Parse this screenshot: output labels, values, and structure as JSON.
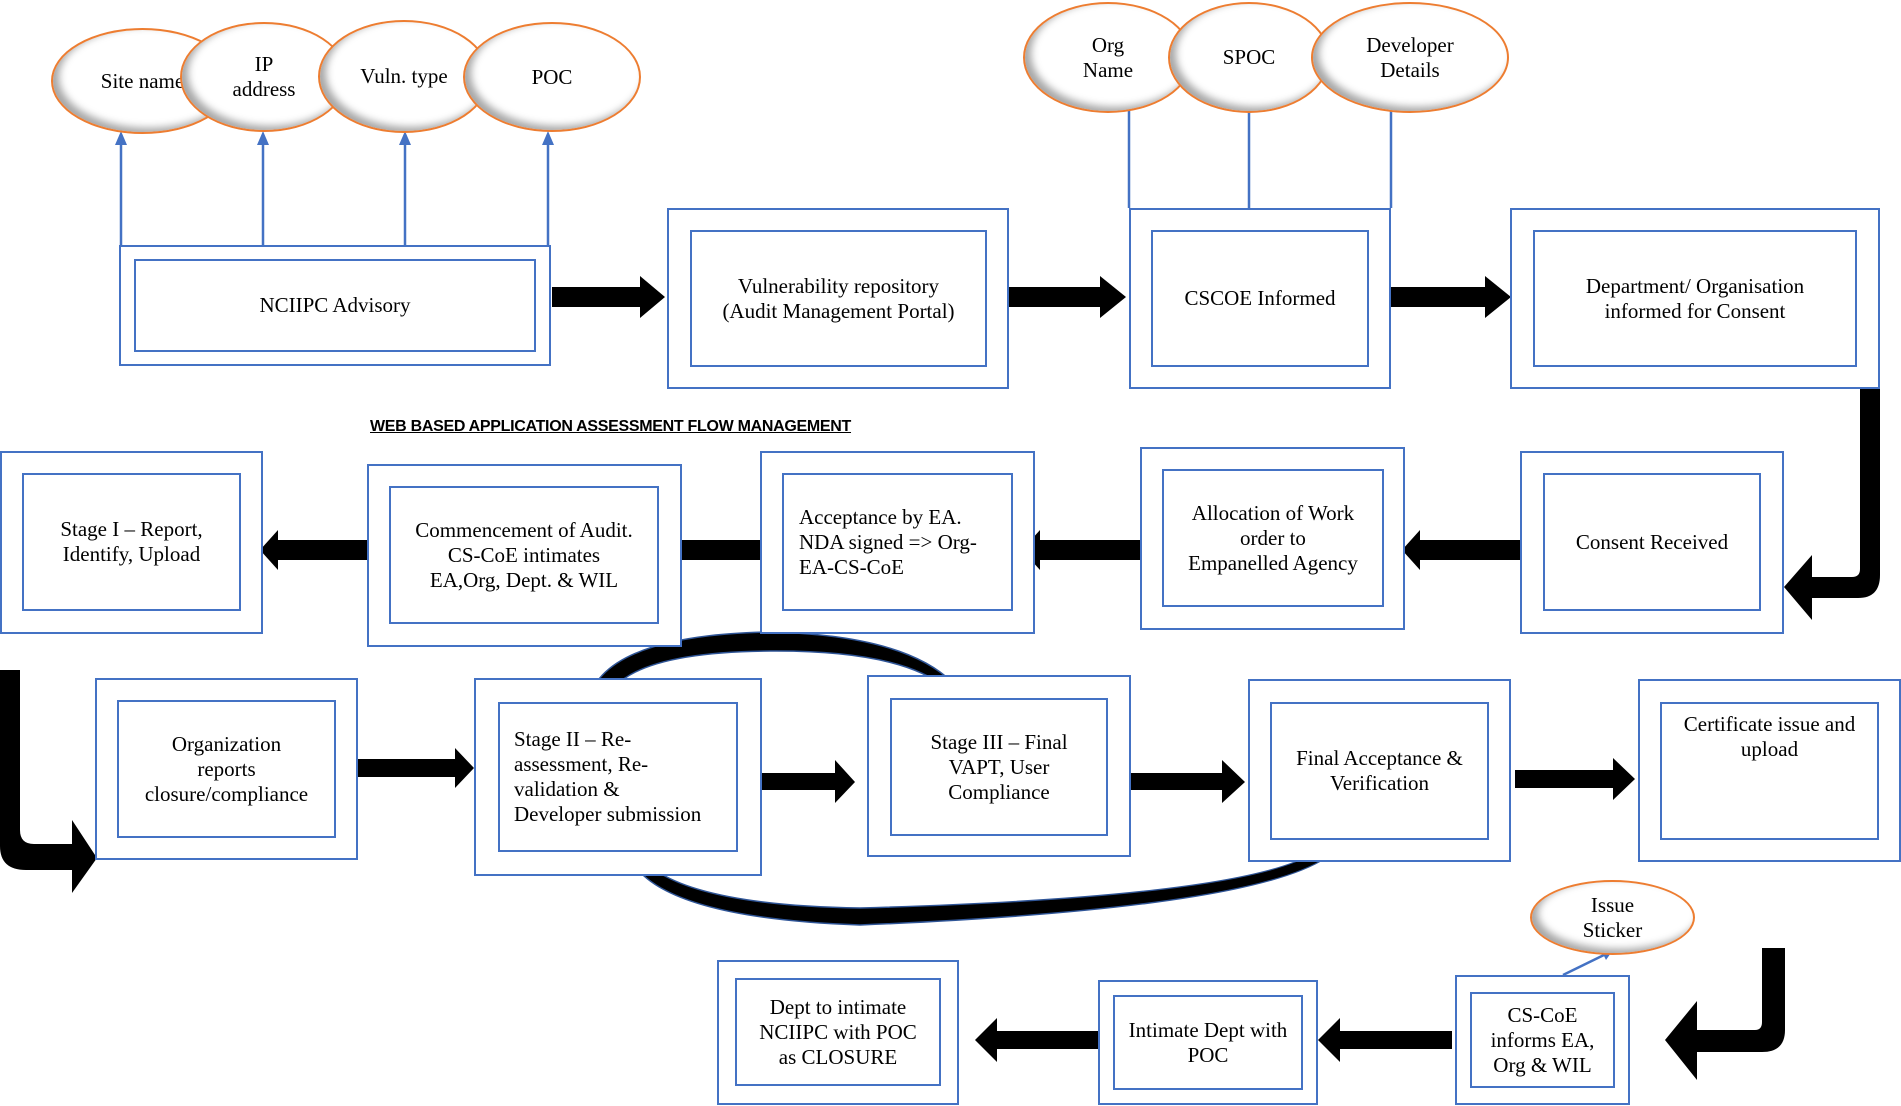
{
  "diagram": {
    "title": "WEB BASED APPLICATION ASSESSMENT FLOW MANAGEMENT",
    "colors": {
      "box_border": "#4472C4",
      "oval_border": "#ED7D31",
      "connector": "#4472C4",
      "flow_arrow": "#000000"
    },
    "ovals_advisory": [
      {
        "label": "Site name"
      },
      {
        "label": "IP\naddress"
      },
      {
        "label": "Vuln. type"
      },
      {
        "label": "POC"
      }
    ],
    "ovals_cscoe": [
      {
        "label": "Org\nName"
      },
      {
        "label": "SPOC"
      },
      {
        "label": "Developer\nDetails"
      }
    ],
    "oval_sticker": {
      "label": "Issue\nSticker"
    },
    "steps": {
      "nciipc_advisory": "NCIIPC Advisory",
      "vuln_repository": "Vulnerability repository\n(Audit Management Portal)",
      "cscoe_informed": "CSCOE Informed",
      "dept_consent": "Department/ Organisation\ninformed for Consent",
      "consent_received": "Consent Received",
      "allocation": "Allocation of Work\norder to\nEmpanelled Agency",
      "acceptance": "Acceptance by EA.\nNDA signed => Org-\nEA-CS-CoE",
      "commencement": "Commencement of Audit.\nCS-CoE intimates\nEA,Org, Dept. & WIL",
      "stage1": "Stage I – Report,\nIdentify, Upload",
      "org_reports": "Organization\nreports\nclosure/compliance",
      "stage2": "Stage II – Re-\nassessment,  Re-\nvalidation &\nDeveloper submission",
      "stage3": "Stage III – Final\nVAPT, User\nCompliance",
      "final_acceptance": "Final Acceptance &\nVerification",
      "certificate": "Certificate issue and\nupload",
      "cscoe_informs": "CS-CoE\ninforms EA,\nOrg & WIL",
      "intimate_dept": "Intimate Dept with\nPOC",
      "dept_closure": "Dept to intimate\nNCIIPC with POC\nas CLOSURE"
    }
  }
}
